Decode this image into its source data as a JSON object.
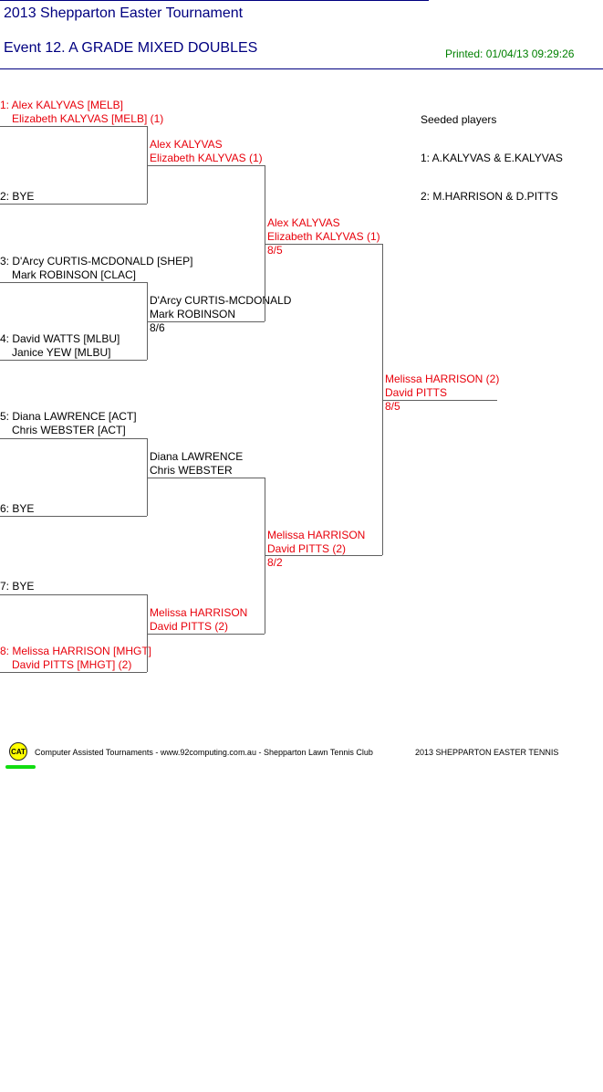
{
  "header": {
    "tournament_title": "2013 Shepparton Easter Tournament",
    "event_title": "Event 12. A GRADE MIXED DOUBLES",
    "printed": "Printed: 01/04/13 09:29:26"
  },
  "draw": {
    "round1": [
      {
        "line1": "1: Alex KALYVAS [MELB]",
        "line2": "Elizabeth KALYVAS [MELB] (1)"
      },
      {
        "line1": "2: BYE",
        "line2": ""
      },
      {
        "line1": "3: D'Arcy CURTIS-MCDONALD [SHEP]",
        "line2": "Mark ROBINSON [CLAC]"
      },
      {
        "line1": "4: David WATTS [MLBU]",
        "line2": "Janice YEW [MLBU]"
      },
      {
        "line1": "5: Diana LAWRENCE [ACT]",
        "line2": "Chris WEBSTER [ACT]"
      },
      {
        "line1": "6: BYE",
        "line2": ""
      },
      {
        "line1": "7: BYE",
        "line2": ""
      },
      {
        "line1": "8: Melissa HARRISON [MHGT]",
        "line2": "David PITTS [MHGT] (2)"
      }
    ],
    "round2": [
      {
        "line1": "Alex KALYVAS",
        "line2": "Elizabeth KALYVAS (1)",
        "score": ""
      },
      {
        "line1": "D'Arcy CURTIS-MCDONALD",
        "line2": "Mark ROBINSON",
        "score": "8/6"
      },
      {
        "line1": "Diana LAWRENCE",
        "line2": "Chris WEBSTER",
        "score": ""
      },
      {
        "line1": "Melissa HARRISON",
        "line2": "David PITTS (2)",
        "score": ""
      }
    ],
    "semifinals": [
      {
        "line1": "Alex KALYVAS",
        "line2": "Elizabeth KALYVAS (1)",
        "score": "8/5"
      },
      {
        "line1": "Melissa HARRISON",
        "line2": "David PITTS (2)",
        "score": "8/2"
      }
    ],
    "winner": {
      "line1": "Melissa HARRISON (2)",
      "line2": "David PITTS",
      "score": "8/5"
    }
  },
  "seeds": {
    "heading": "Seeded players",
    "items": [
      "1: A.KALYVAS & E.KALYVAS",
      "2: M.HARRISON & D.PITTS"
    ]
  },
  "footer": {
    "logo_text": "CAT",
    "credit": "Computer Assisted Tournaments - www.92computing.com.au -  Shepparton Lawn Tennis Club",
    "event_name": "2013 SHEPPARTON EASTER TENNIS"
  },
  "colors": {
    "title": "#000080",
    "printed": "#008000",
    "seeded_player": "#e8000b",
    "bracket_line": "#606060",
    "logo_fill": "#ffff00",
    "logo_underline": "#11dd11"
  },
  "icons": [
    "cat-logo-icon"
  ]
}
